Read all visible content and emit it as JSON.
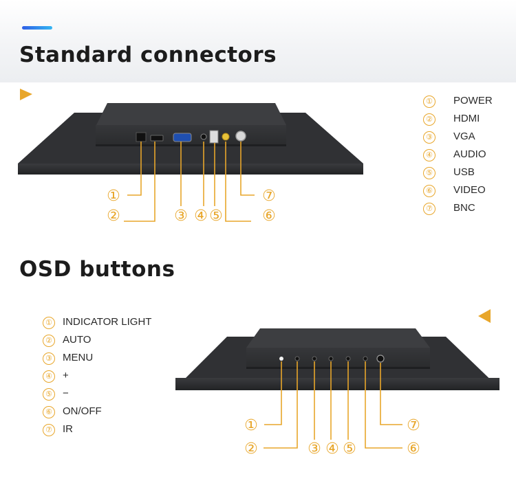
{
  "sections": {
    "connectors": {
      "title": "Standard connectors",
      "items": [
        {
          "number": "①",
          "label": "POWER"
        },
        {
          "number": "②",
          "label": "HDMI"
        },
        {
          "number": "③",
          "label": "VGA"
        },
        {
          "number": "④",
          "label": "AUDIO"
        },
        {
          "number": "⑤",
          "label": "USB"
        },
        {
          "number": "⑥",
          "label": "VIDEO"
        },
        {
          "number": "⑦",
          "label": "BNC"
        }
      ]
    },
    "osd": {
      "title": "OSD buttons",
      "items": [
        {
          "number": "①",
          "label": "INDICATOR LIGHT"
        },
        {
          "number": "②",
          "label": "AUTO"
        },
        {
          "number": "③",
          "label": "MENU"
        },
        {
          "number": "④",
          "label": "+"
        },
        {
          "number": "⑤",
          "label": "−"
        },
        {
          "number": "⑥",
          "label": "ON/OFF"
        },
        {
          "number": "⑦",
          "label": "IR"
        }
      ]
    }
  },
  "colors": {
    "accent": "#e8a62a",
    "title": "#1c1c1c",
    "monitor": "#2b2c2e"
  }
}
